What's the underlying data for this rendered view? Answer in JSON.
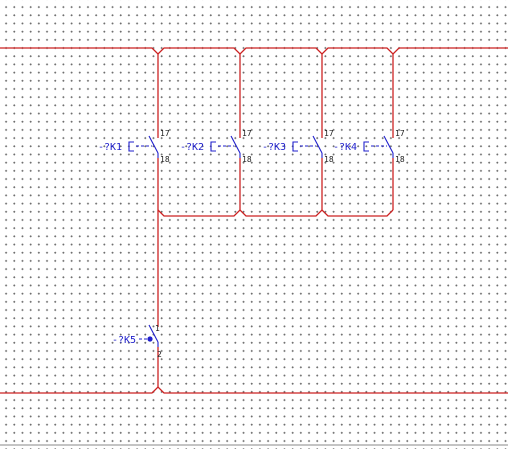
{
  "diagram": {
    "wire_color": "#cc2222",
    "symbol_color": "#1f1fcc",
    "grid": "dotted",
    "contacts": [
      {
        "tag": "-?K1",
        "pin_top": "17",
        "pin_bottom": "18"
      },
      {
        "tag": "-?K2",
        "pin_top": "17",
        "pin_bottom": "18"
      },
      {
        "tag": "-?K3",
        "pin_top": "17",
        "pin_bottom": "18"
      },
      {
        "tag": "-?K4",
        "pin_top": "17",
        "pin_bottom": "18"
      }
    ],
    "lower_contact": {
      "tag": "-?K5",
      "pin_top": "1",
      "pin_bottom": "2"
    }
  }
}
